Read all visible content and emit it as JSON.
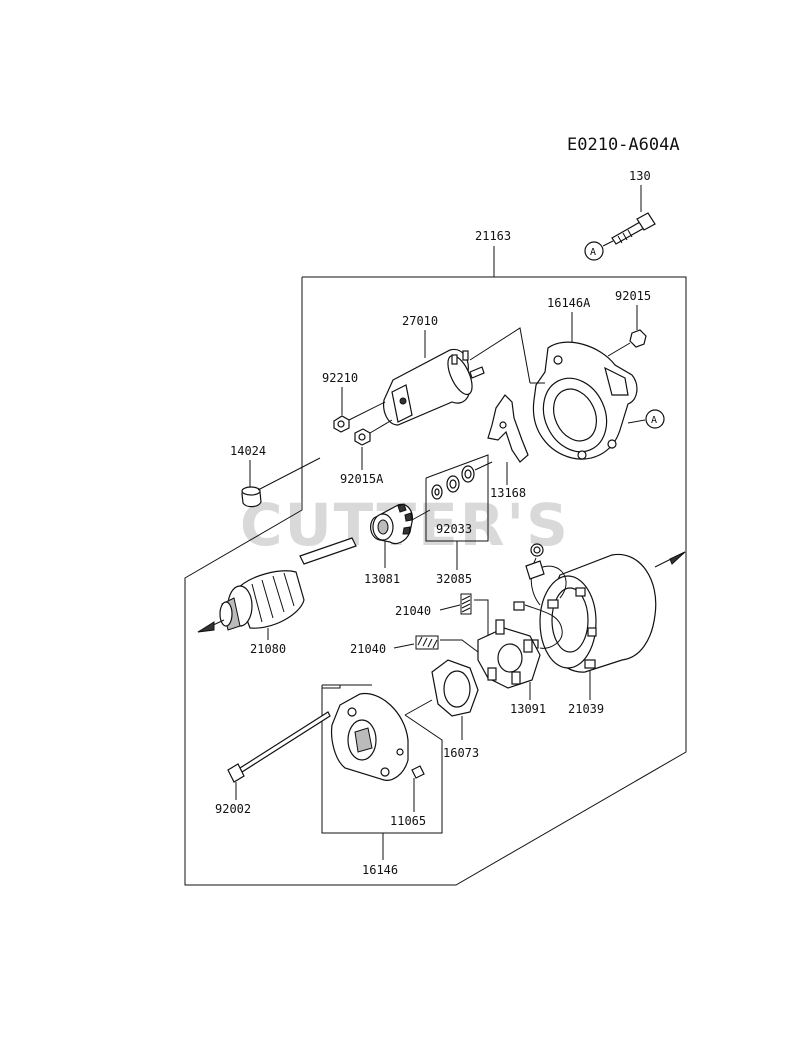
{
  "diagram": {
    "code": "E0210-A604A",
    "watermark": "CUTTER'S",
    "callout_letter": "A",
    "labels": {
      "p130": "130",
      "p21163": "21163",
      "p16146A": "16146A",
      "p92015": "92015",
      "p27010": "27010",
      "p92210": "92210",
      "p14024": "14024",
      "p92015A": "92015A",
      "p13168": "13168",
      "p92033": "92033",
      "p13081": "13081",
      "p32085": "32085",
      "p21040a": "21040",
      "p21040b": "21040",
      "p21080": "21080",
      "p13091": "13091",
      "p21039": "21039",
      "p16073": "16073",
      "p92002": "92002",
      "p11065": "11065",
      "p16146": "16146"
    }
  }
}
